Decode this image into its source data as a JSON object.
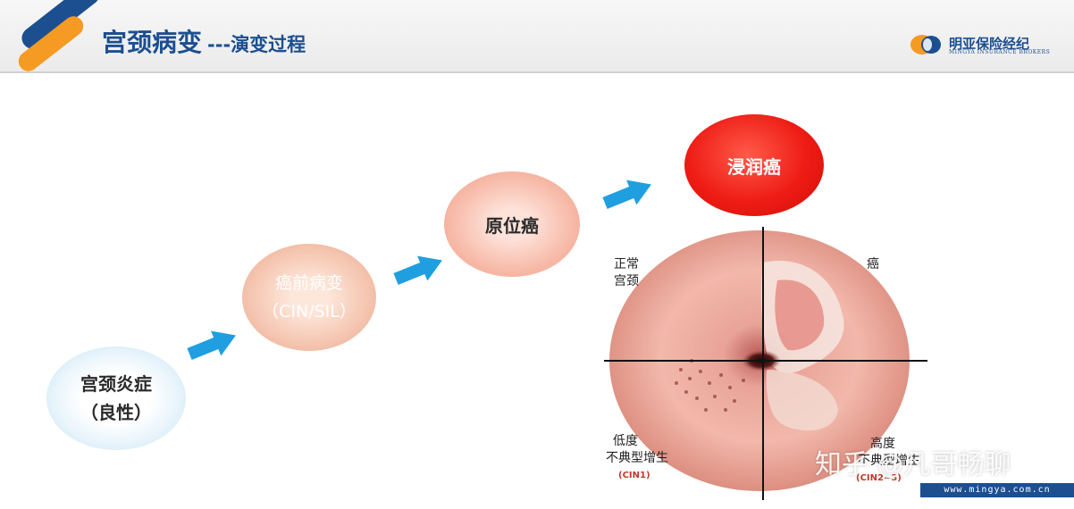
{
  "header": {
    "title": "宫颈病变",
    "subtitle": "---演变过程",
    "brand": {
      "name": "明亚保险经纪",
      "english": "MINGYA INSURANCE BROKERS",
      "icon": "mingya-logo-icon"
    },
    "stripe_colors": [
      "#1c4f8f",
      "#f59a23"
    ]
  },
  "stages": [
    {
      "line1": "宫颈炎症",
      "line2": "（良性）"
    },
    {
      "line1": "癌前病变",
      "line2": "（CIN/SIL）"
    },
    {
      "line1": "原位癌",
      "line2": ""
    },
    {
      "line1": "浸润癌",
      "line2": ""
    }
  ],
  "arrow_icon": "right-arrow-icon",
  "arrow_color": "#1f9fe0",
  "cervix": {
    "top_left": [
      "正常",
      "宫颈"
    ],
    "top_right": "癌",
    "bottom_left": [
      "低度",
      "不典型增生"
    ],
    "bottom_left_code": "(CIN1)",
    "bottom_right": [
      "高度",
      "不典型增生"
    ],
    "bottom_right_code": "(CIN2~3)"
  },
  "footer": {
    "url": "www.mingya.com.cn"
  },
  "watermark": "知乎 @凡哥畅聊"
}
